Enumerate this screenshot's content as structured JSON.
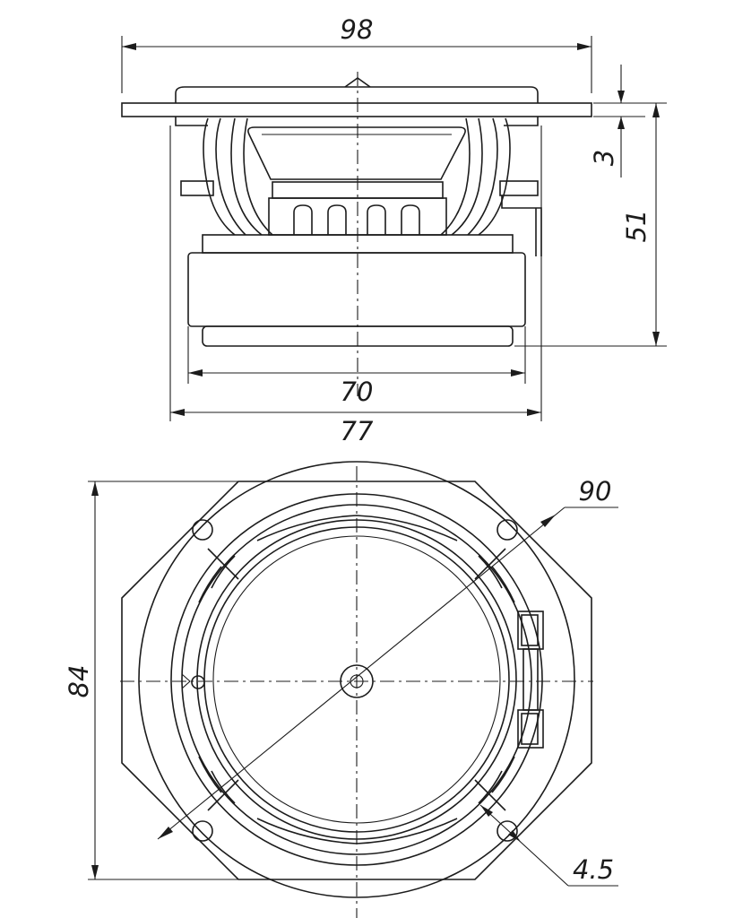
{
  "dimensions": {
    "flange_width": "98",
    "flange_thickness": "3",
    "overall_depth": "51",
    "magnet_diameter": "70",
    "frame_width": "77",
    "mount_circle_diameter": "90",
    "frame_height": "84",
    "mount_hole_diameter": "4.5"
  },
  "colors": {
    "line": "#1c1c1c",
    "background": "#ffffff"
  }
}
